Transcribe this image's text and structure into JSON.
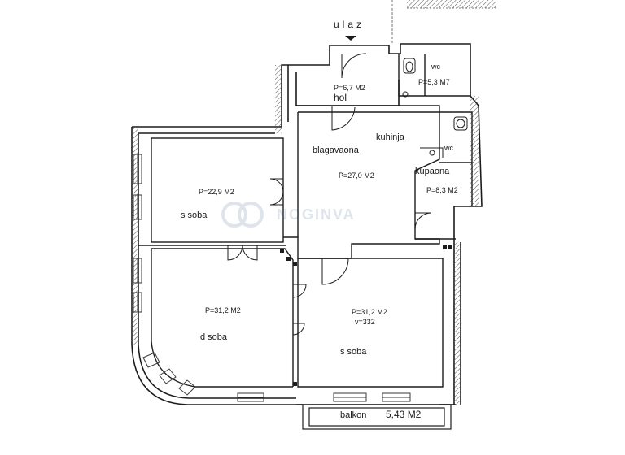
{
  "entrance": {
    "label": "ulaz"
  },
  "watermark": {
    "text": "NOGINVA"
  },
  "rooms": {
    "hol": {
      "name": "hol",
      "area": "P=6,7 M2"
    },
    "wc_top": {
      "name": "wc",
      "area": "P=5,3 M7"
    },
    "kitchen": {
      "name": "kuhinja"
    },
    "dining": {
      "name": "blagavaona",
      "area": "P=27,0 M2"
    },
    "wc_bath": {
      "name": "wc"
    },
    "bathroom": {
      "name": "kupaona",
      "area": "P=8,3 M2"
    },
    "room_nw": {
      "name": "s soba",
      "area": "P=22,9 M2"
    },
    "room_sw": {
      "name": "d soba",
      "area": "P=31,2 M2"
    },
    "room_se": {
      "name": "s soba",
      "area": "P=31,2 M2",
      "height": "v=332"
    }
  },
  "balcony": {
    "name": "balkon",
    "area": "5,43 M2"
  },
  "colors": {
    "wall": "#1c1c1c",
    "hatch": "#555555",
    "window": "#3a3a3a",
    "paper": "#ffffff"
  }
}
